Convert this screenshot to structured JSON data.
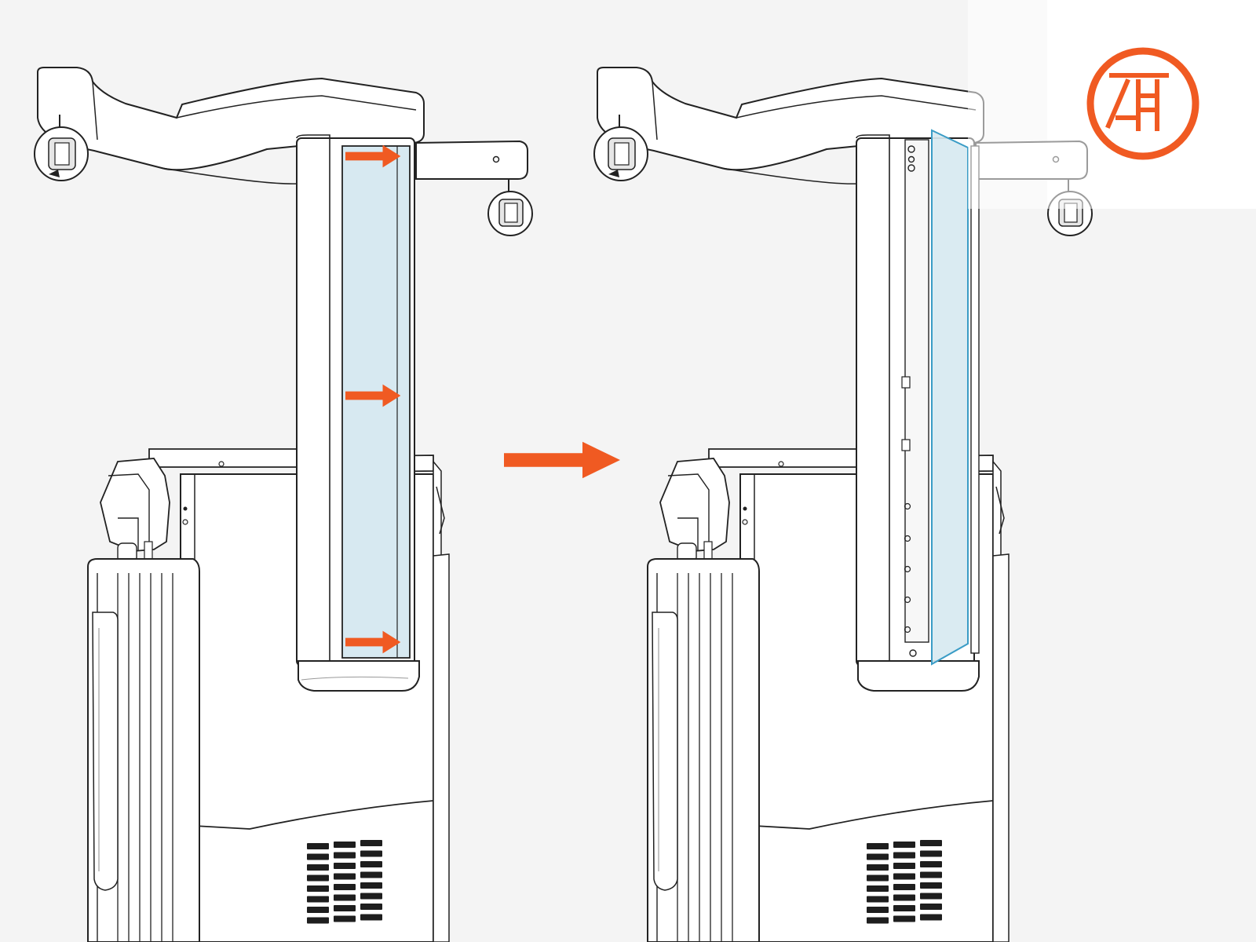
{
  "colors": {
    "background": "#f4f4f4",
    "line": "#222222",
    "body_fill": "#ffffff",
    "shade_fill": "#e9e9e9",
    "panel_fill": "#d7e9f1",
    "panel_outline_after": "#3a9cc6",
    "arrow": "#f05a22",
    "vent": "#1e1e1e"
  },
  "icons": {
    "brand_badge": "ladder-in-circle-icon",
    "step_arrow": "arrow-right-icon",
    "push_arrows": "arrow-right-icon"
  },
  "panels": {
    "before": {
      "state": "side-panel-installed",
      "push_arrow_count": 3
    },
    "after": {
      "state": "side-panel-sliding-off"
    }
  }
}
